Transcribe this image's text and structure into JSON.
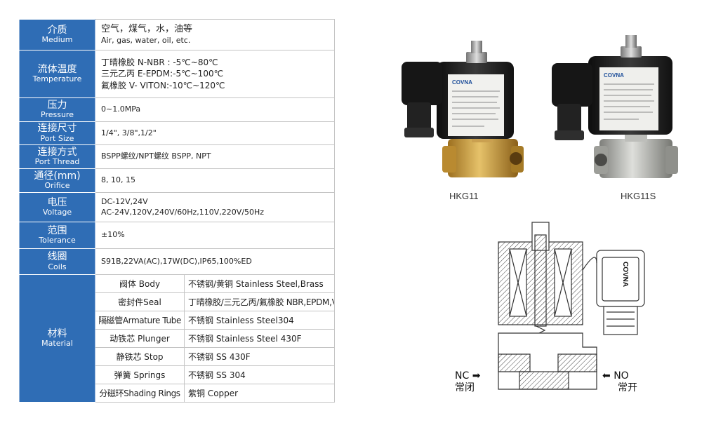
{
  "table": {
    "rows": [
      {
        "label_zh": "介质",
        "label_en": "Medium",
        "value_zh": "空气，煤气，水，油等",
        "value_en": "Air, gas, water, oil, etc."
      },
      {
        "label_zh": "流体温度",
        "label_en": "Temperature",
        "lines": [
          "丁晴橡胶 N-NBR : -5℃~80℃",
          "三元乙丙 E-EPDM:-5℃~100℃",
          "氟橡胶 V- VITON:-10℃~120℃"
        ]
      },
      {
        "label_zh": "压力",
        "label_en": "Pressure",
        "value": "0~1.0MPa"
      },
      {
        "label_zh": "连接尺寸",
        "label_en": "Port Size",
        "value": "1/4\", 3/8\",1/2\""
      },
      {
        "label_zh": "连接方式",
        "label_en": "Port Thread",
        "value": "BSPP螺纹/NPT螺纹 BSPP, NPT"
      },
      {
        "label_zh": "通径(mm)",
        "label_en": "Orifice",
        "value": "8, 10, 15"
      },
      {
        "label_zh": "电压",
        "label_en": "Voltage",
        "lines": [
          "DC-12V,24V",
          "AC-24V,120V,240V/60Hz,110V,220V/50Hz"
        ]
      },
      {
        "label_zh": "范围",
        "label_en": "Tolerance",
        "value": "±10%"
      },
      {
        "label_zh": "线圈",
        "label_en": "Coils",
        "value": "S91B,22VA(AC),17W(DC),IP65,100%ED"
      }
    ],
    "material": {
      "label_zh": "材料",
      "label_en": "Material",
      "items": [
        {
          "part": "阀体 Body",
          "spec": "不锈钢/黄铜 Stainless Steel,Brass"
        },
        {
          "part": "密封件Seal",
          "spec": "丁晴橡胶/三元乙丙/氟橡胶 NBR,EPDM,VITON"
        },
        {
          "part": "隔磁管Armature Tube",
          "spec": "不锈钢 Stainless Steel304"
        },
        {
          "part": "动铁芯 Plunger",
          "spec": "不锈钢 Stainless Steel 430F"
        },
        {
          "part": "静铁芯 Stop",
          "spec": "不锈钢 SS 430F"
        },
        {
          "part": "弹簧 Springs",
          "spec": "不锈钢 SS 304"
        },
        {
          "part": "分磁环Shading Rings",
          "spec": "紫铜 Copper"
        }
      ]
    }
  },
  "products": [
    {
      "model": "HKG11",
      "brand": "COVNA"
    },
    {
      "model": "HKG11S",
      "brand": "COVNA"
    }
  ],
  "diagram": {
    "brand": "COVNA",
    "nc_label_en": "NC",
    "nc_label_zh": "常闭",
    "no_label_en": "NO",
    "no_label_zh": "常开"
  },
  "colors": {
    "label_bg": "#2f6db5",
    "brass": "#c99a3a",
    "steel": "#a9aaa6",
    "coil": "#1d1d1d"
  }
}
